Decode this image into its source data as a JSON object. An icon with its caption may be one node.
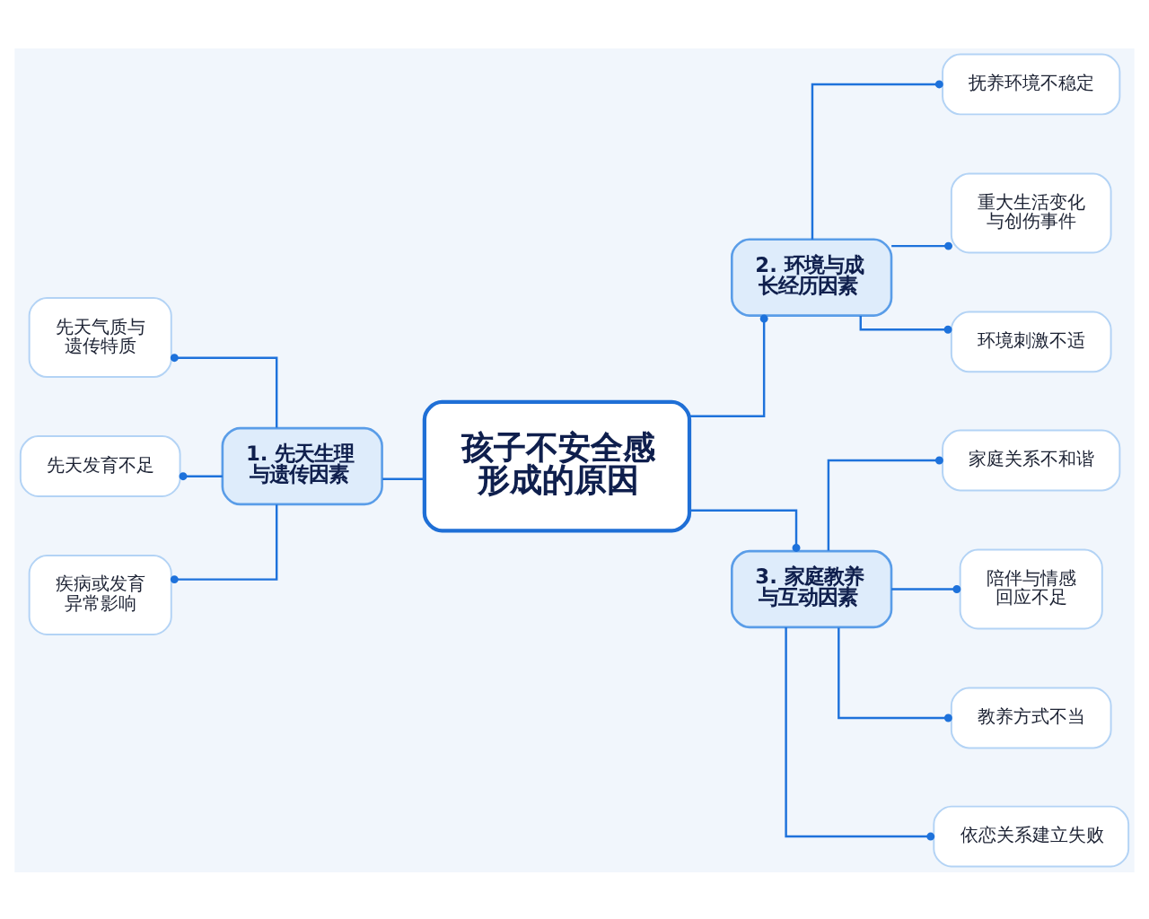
{
  "diagram": {
    "nodes": [
      {
        "text": [
          "孩子不安全感形成的原因"
        ]
      },
      {
        "text": [
          "1. 先天生理与遗传因素"
        ]
      },
      {
        "text": [
          "先天气质与遗传特质"
        ]
      },
      {
        "text": [
          "先天发育不足"
        ]
      },
      {
        "text": [
          "疾病或发育异常影响"
        ]
      },
      {
        "text": [
          "2. 环境与成长经历因素"
        ]
      },
      {
        "text": [
          "抚养环境不稳定"
        ]
      },
      {
        "text": [
          "重大生活变化与创伤事件"
        ]
      },
      {
        "text": [
          "环境刺激不适"
        ]
      },
      {
        "text": [
          "3. 家庭教养与互动因素"
        ]
      },
      {
        "text": [
          "家庭关系不和谐"
        ]
      },
      {
        "text": [
          "陪伴与情感回应不足"
        ]
      },
      {
        "text": [
          "教养方式不当"
        ]
      },
      {
        "text": [
          "依恋关系建立失败"
        ]
      }
    ],
    "edges": [
      {
        "from": 0,
        "to": 1,
        "arrow": "none"
      },
      {
        "from": 0,
        "to": 5,
        "arrow": "other"
      },
      {
        "from": 0,
        "to": 9,
        "arrow": "other"
      },
      {
        "from": 1,
        "to": 2,
        "arrow": "other"
      },
      {
        "from": 1,
        "to": 3,
        "arrow": "other"
      },
      {
        "from": 1,
        "to": 4,
        "arrow": "other"
      },
      {
        "from": 5,
        "to": 6,
        "arrow": "other"
      },
      {
        "from": 5,
        "to": 7,
        "arrow": "other"
      },
      {
        "from": 5,
        "to": 8,
        "arrow": "other"
      },
      {
        "from": 9,
        "to": 10,
        "arrow": "other"
      },
      {
        "from": 9,
        "to": 11,
        "arrow": "other"
      },
      {
        "from": 9,
        "to": 12,
        "arrow": "other"
      },
      {
        "from": 9,
        "to": 13,
        "arrow": "other"
      }
    ]
  }
}
